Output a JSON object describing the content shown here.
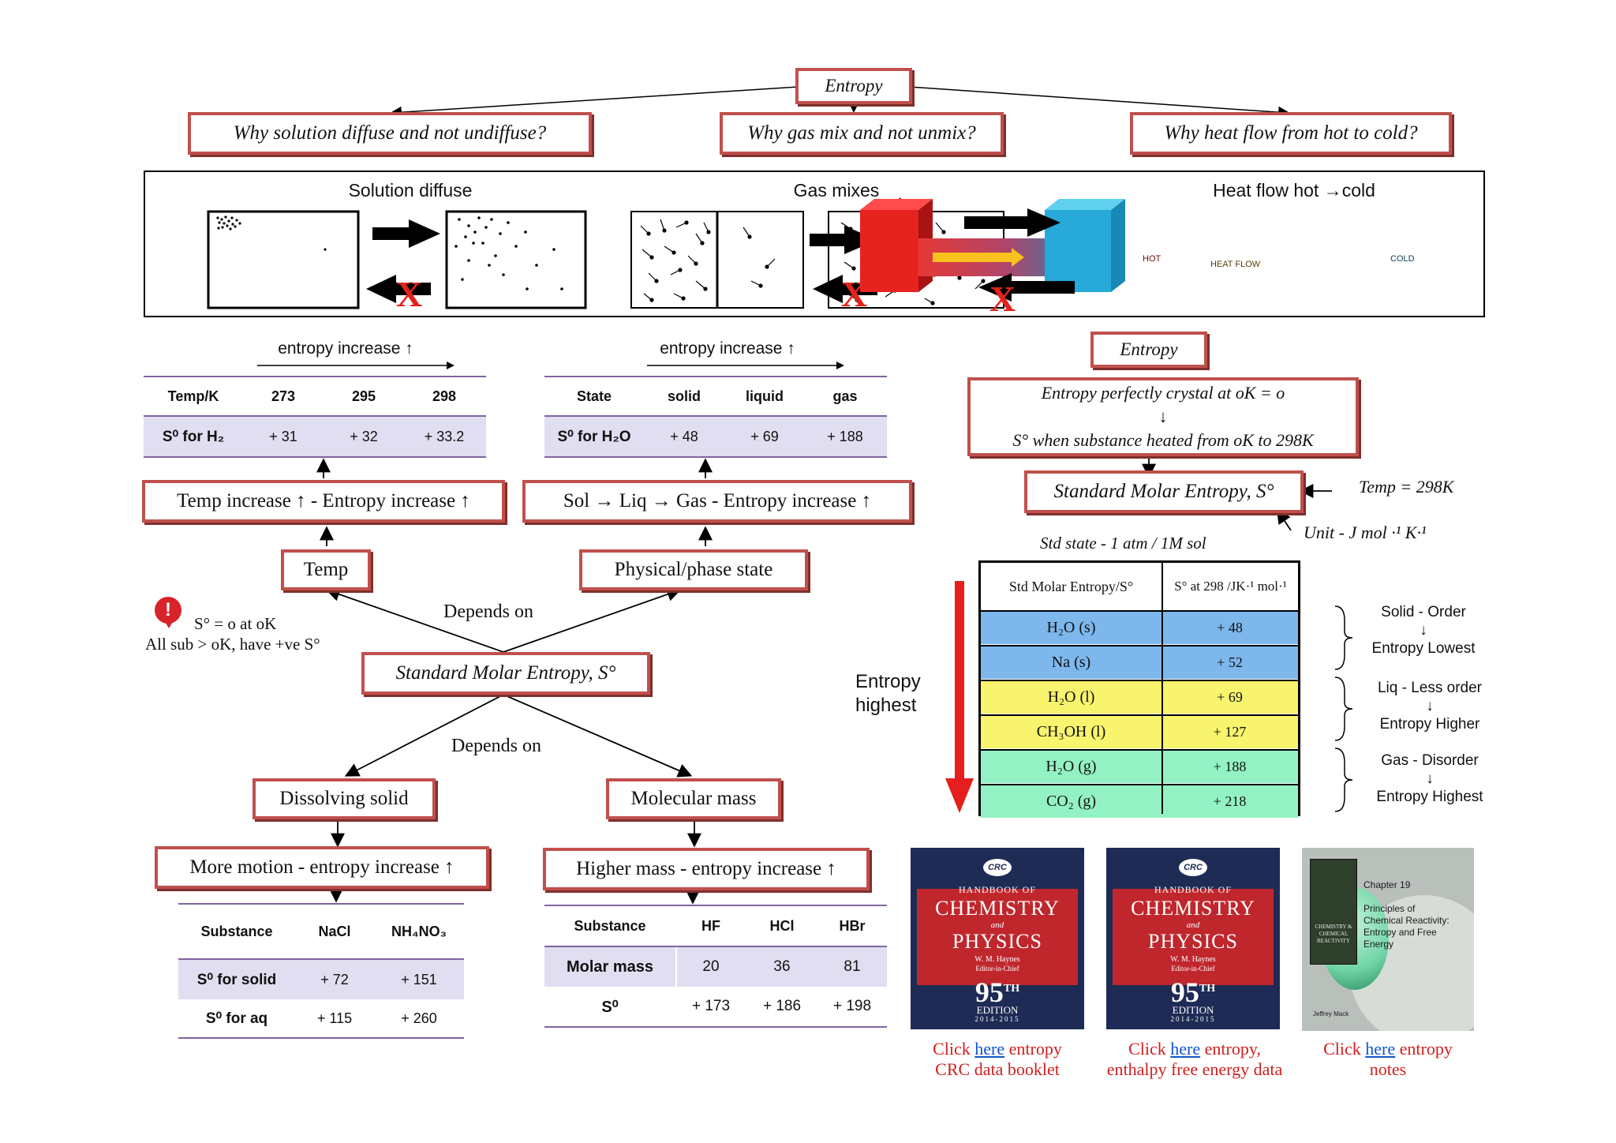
{
  "top": {
    "root": "Entropy",
    "q1": "Why solution diffuse and not undiffuse?",
    "q2": "Why  gas mix and not unmix?",
    "q3": "Why  heat flow from hot to cold?"
  },
  "panel": {
    "t1": "Solution diffuse",
    "t2": "Gas mixes",
    "t3": "Heat flow hot →cold",
    "hot": "HOT",
    "cold": "COLD",
    "heatflow": "HEAT FLOW",
    "x": "X"
  },
  "temp_table": {
    "caption": "entropy increase ↑",
    "headers": [
      "Temp/K",
      "273",
      "295",
      "298"
    ],
    "row_label": "S⁰ for H₂",
    "values": [
      "+ 31",
      "+ 32",
      "+ 33.2"
    ]
  },
  "state_table": {
    "caption": "entropy increase ↑",
    "headers": [
      "State",
      "solid",
      "liquid",
      "gas"
    ],
    "row_label": "S⁰ for H₂O",
    "values": [
      "+ 48",
      "+ 69",
      "+ 188"
    ]
  },
  "left_diagram": {
    "temp_increase": "Temp increase ↑ - Entropy increase ↑",
    "sol_liq_gas": "Sol → Liq → Gas  - Entropy increase ↑",
    "temp": "Temp",
    "phase": "Physical/phase state",
    "depends_on_1": "Depends on",
    "depends_on_2": "Depends on",
    "center": "Standard Molar Entropy, S°",
    "note_line1": "S° = o at oK",
    "note_line2": "All sub > oK, have +ve S°",
    "note_icon": "!",
    "dissolving": "Dissolving solid",
    "molecular": "Molecular mass",
    "more_motion": "More motion - entropy increase ↑",
    "higher_mass": "Higher mass - entropy increase ↑"
  },
  "dissolve_table": {
    "headers": [
      "Substance",
      "NaCl",
      "NH₄NO₃"
    ],
    "rows": [
      {
        "label": "S⁰ for solid",
        "values": [
          "+ 72",
          "+ 151"
        ]
      },
      {
        "label": "S⁰ for aq",
        "values": [
          "+ 115",
          "+ 260"
        ]
      }
    ]
  },
  "mass_table": {
    "headers": [
      "Substance",
      "HF",
      "HCl",
      "HBr"
    ],
    "rows": [
      {
        "label": "Molar mass",
        "values": [
          "20",
          "36",
          "81"
        ]
      },
      {
        "label": "S⁰",
        "values": [
          "+ 173",
          "+ 186",
          "+ 198"
        ]
      }
    ]
  },
  "right_diagram": {
    "entropy": "Entropy",
    "perfect_line1": "Entropy perfectly crystal at oK = o",
    "perfect_arrow": "↓",
    "perfect_line2": "S° when substance heated from oK to  298K",
    "std_molar": "Standard Molar Entropy, S°",
    "temp_note": "Temp = 298K",
    "unit_note": "Unit - J mol ·¹ K·¹",
    "std_state": "Std state -  1 atm / 1M sol",
    "entropy_highest_1": "Entropy",
    "entropy_highest_2": "highest"
  },
  "molar_table": {
    "headers": [
      "Std Molar Entropy/S°",
      "S° at 298 /JK·¹ mol·¹"
    ],
    "rows": [
      {
        "substance": "H₂O (s)",
        "value": "+ 48",
        "color": "#7db7ec"
      },
      {
        "substance": "Na (s)",
        "value": "+ 52",
        "color": "#7db7ec"
      },
      {
        "substance": "H₂O (l)",
        "value": "+ 69",
        "color": "#f8f46d"
      },
      {
        "substance": "CH₃OH (l)",
        "value": "+ 127",
        "color": "#f8f46d"
      },
      {
        "substance": "H₂O (g)",
        "value": "+ 188",
        "color": "#93f2c4"
      },
      {
        "substance": "CO₂ (g)",
        "value": "+ 218",
        "color": "#93f2c4"
      }
    ],
    "groups": [
      {
        "line1": "Solid - Order",
        "arrow": "↓",
        "line2": "Entropy Lowest"
      },
      {
        "line1": "Liq - Less order",
        "arrow": "↓",
        "line2": "Entropy Higher"
      },
      {
        "line1": "Gas - Disorder",
        "arrow": "↓",
        "line2": "Entropy Highest"
      }
    ]
  },
  "books": {
    "crc_logo": "CRC",
    "handbook": "HANDBOOK OF",
    "chemistry": "CHEMISTRY",
    "and": "and",
    "physics": "PHYSICS",
    "editor": "W. M. Haynes",
    "editor_role": "Editor-in-Chief",
    "edition_num": "95",
    "edition_sup": "TH",
    "edition": "EDITION",
    "years": "2014-2015",
    "ch_label": "Chapter 19",
    "ch_title": "Principles of Chemical Reactivity: Entropy and Free Energy",
    "ch_book": "CHEMISTRY & CHEMICAL REACTIVITY",
    "ch_author": "Jeffrey Mack",
    "links": [
      {
        "before": "Click ",
        "link": "here",
        "after": " entropy",
        "line2": "CRC data booklet"
      },
      {
        "before": "Click ",
        "link": "here",
        "after": " entropy,",
        "line2": "enthalpy  free energy data"
      },
      {
        "before": "Click ",
        "link": "here",
        "after": " entropy",
        "line2": "notes"
      }
    ]
  }
}
